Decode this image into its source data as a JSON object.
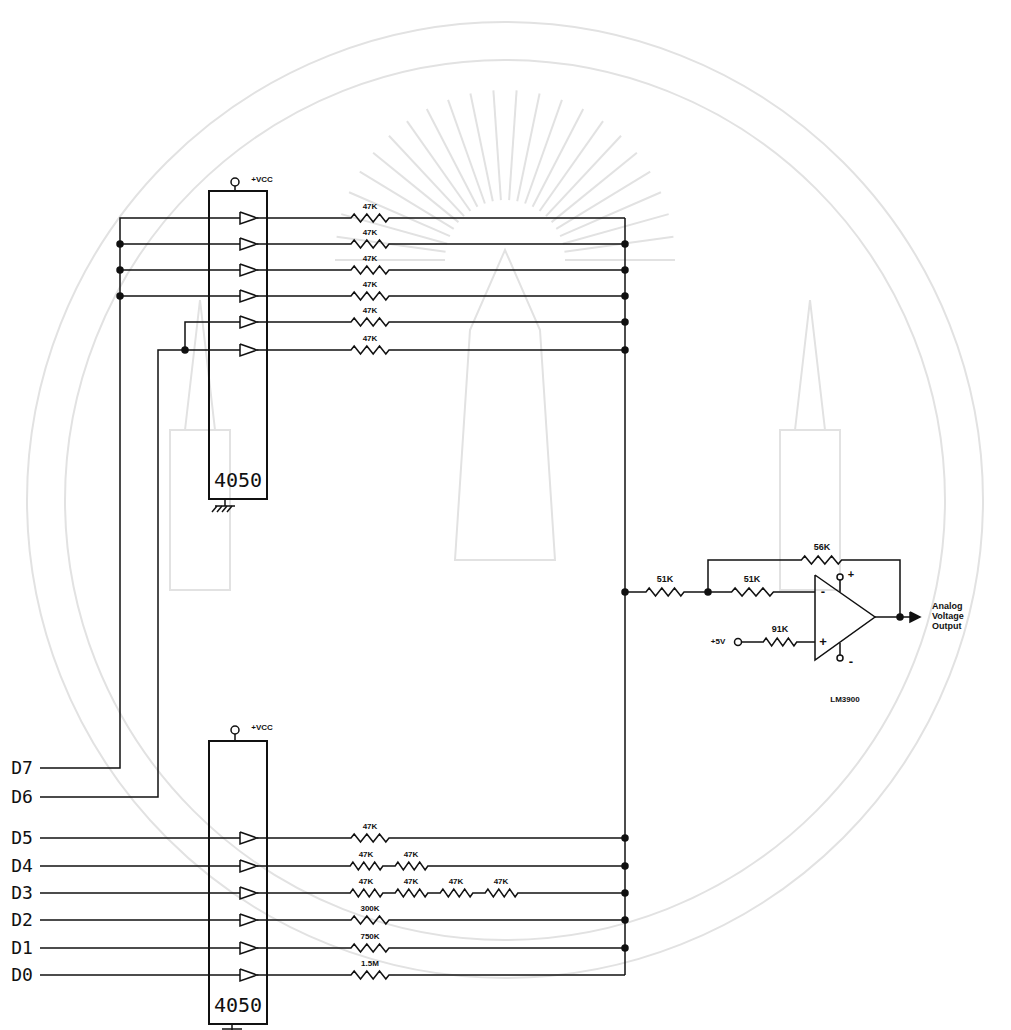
{
  "diagram": {
    "nodes": [
      {
        "text": [
          "4050"
        ]
      },
      {
        "text": [
          "4050"
        ]
      }
    ],
    "labels": [
      "+VCC",
      "47K",
      "47K",
      "47K",
      "47K",
      "47K",
      "47K",
      "51K",
      "56K",
      "51K",
      "91K",
      "+5V",
      "+",
      "-",
      "+",
      "-",
      "Analog Voltage Output",
      "LM3900",
      "+VCC",
      "D7",
      "D6",
      "D5",
      "D4",
      "D3",
      "D2",
      "D1",
      "D0",
      "47K",
      "47K",
      "47K",
      "47K",
      "47K",
      "47K",
      "47K",
      "300K",
      "750K",
      "1.5M"
    ]
  }
}
